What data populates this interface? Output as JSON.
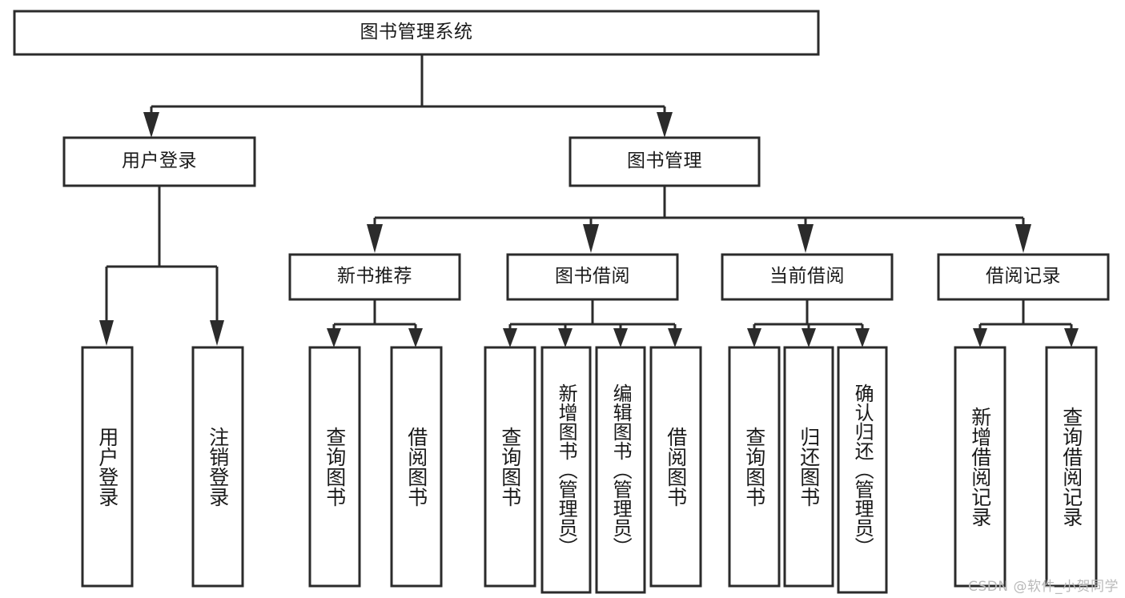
{
  "diagram": {
    "type": "hierarchy-tree",
    "title": "图书管理系统",
    "watermark": "CSDN @软件_小贺同学",
    "colors": {
      "stroke": "#2b2b2b",
      "fill": "#ffffff",
      "text": "#1a1a1a",
      "watermark": "#b9b9b9"
    },
    "levels": {
      "root": {
        "label": "图书管理系统"
      },
      "level2": [
        {
          "label": "用户登录"
        },
        {
          "label": "图书管理"
        }
      ],
      "level3": [
        {
          "label": "新书推荐"
        },
        {
          "label": "图书借阅"
        },
        {
          "label": "当前借阅"
        },
        {
          "label": "借阅记录"
        }
      ]
    },
    "leaves": {
      "user_login": [
        {
          "label": "用户登录"
        },
        {
          "label": "注销登录"
        }
      ],
      "new_book_recommend": [
        {
          "label": "查询图书"
        },
        {
          "label": "借阅图书"
        }
      ],
      "book_borrow": [
        {
          "label": "查询图书"
        },
        {
          "label": "新增图书（管理员）"
        },
        {
          "label": "编辑图书（管理员）"
        },
        {
          "label": "借阅图书"
        }
      ],
      "current_borrow": [
        {
          "label": "查询图书"
        },
        {
          "label": "归还图书"
        },
        {
          "label": "确认归还（管理员）"
        }
      ],
      "borrow_record": [
        {
          "label": "新增借阅记录"
        },
        {
          "label": "查询借阅记录"
        }
      ]
    }
  }
}
